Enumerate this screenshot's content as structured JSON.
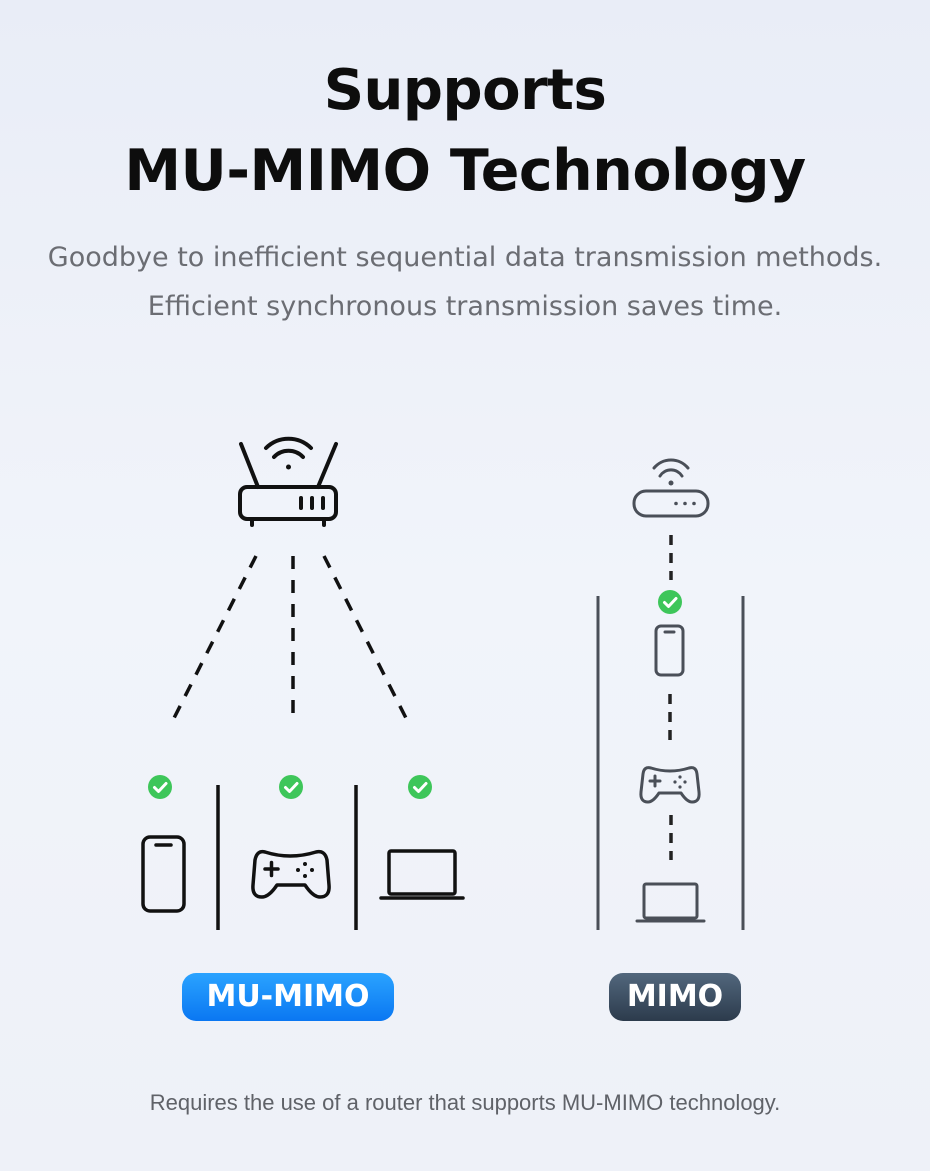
{
  "title": {
    "line1": "Supports",
    "line2": "MU-MIMO Technology"
  },
  "subtitle": {
    "line1": "Goodbye to inefficient sequential data transmission methods.",
    "line2": "Efficient synchronous transmission saves time."
  },
  "badges": {
    "mu_mimo": "MU-MIMO",
    "mimo": "MIMO"
  },
  "footer": "Requires the use of a router that supports MU-MIMO technology.",
  "colors": {
    "check": "#3ec65a",
    "mu_badge": "#0a77f2",
    "mimo_badge": "#2c3b4c",
    "icon_dark": "#111111",
    "icon_gray": "#4a4f58"
  },
  "icons": [
    "router-icon",
    "wifi-icon",
    "check-icon",
    "phone-icon",
    "gamepad-icon",
    "laptop-icon"
  ]
}
